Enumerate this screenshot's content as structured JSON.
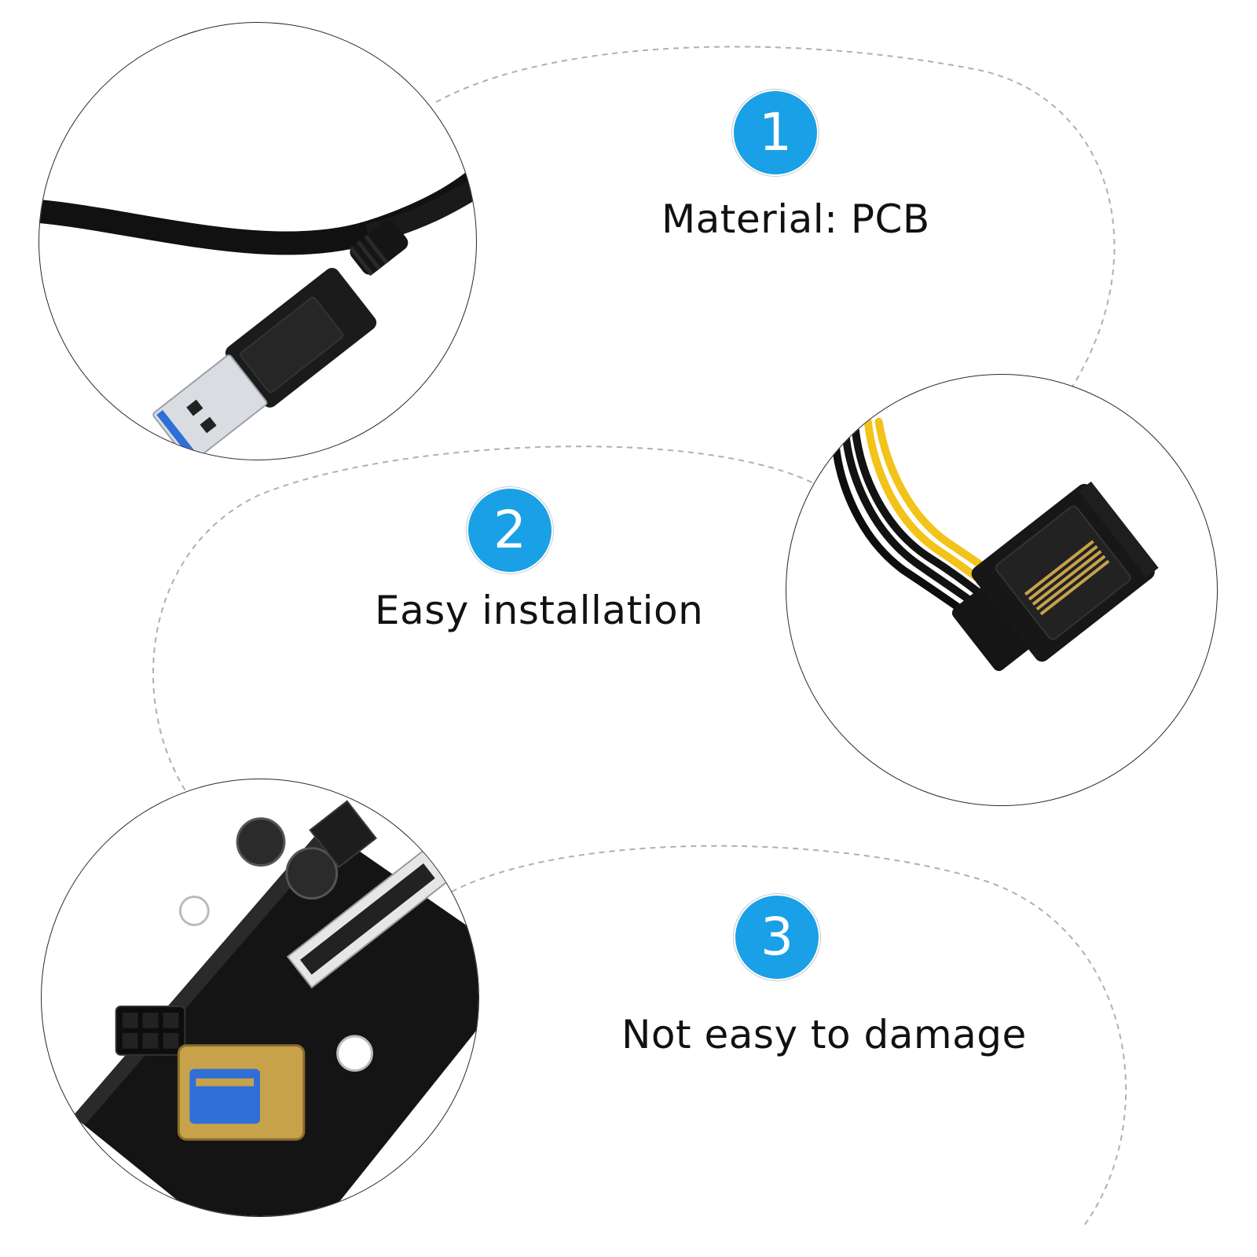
{
  "features": [
    {
      "number": "1",
      "label": "Material: PCB",
      "photo": "usb-3-cable-connector"
    },
    {
      "number": "2",
      "label": "Easy installation",
      "photo": "sata-15-pin-power-connector"
    },
    {
      "number": "3",
      "label": "Not easy to damage",
      "photo": "pcie-riser-board"
    }
  ],
  "colors": {
    "badge": "#1aa0e6",
    "dashed_path": "#b0b0b0",
    "circle_border": "#2a2a2a",
    "usb_blue": "#2e6fd8",
    "wire_yellow": "#f2c318",
    "connector_gold": "#c8a24a"
  },
  "icons": [
    "usb-plug-icon",
    "sata-plug-icon",
    "riser-board-icon"
  ]
}
